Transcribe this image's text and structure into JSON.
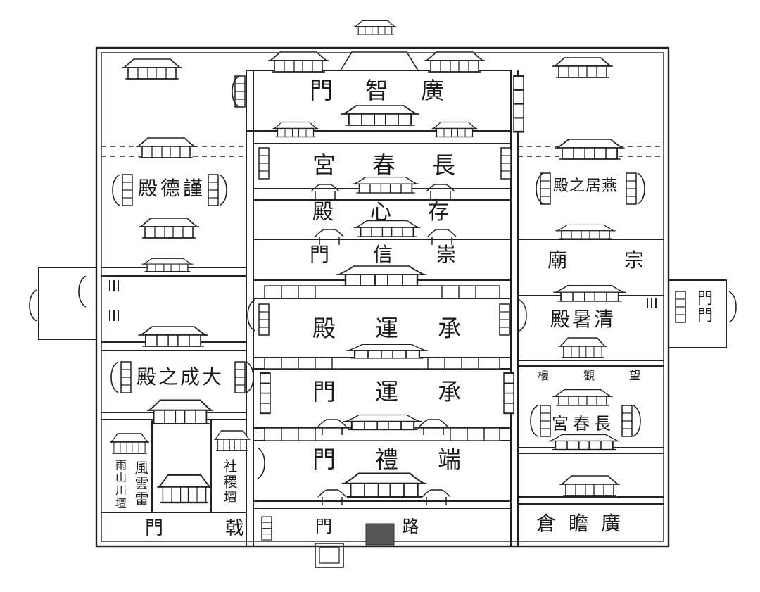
{
  "labels": {
    "guang_zhi_men": "門智廣",
    "chang_chun_gong_center": "宮春長",
    "cun_xin_dian": "殿心存",
    "chong_xin_men": "門信崇",
    "cheng_yun_dian": "殿運承",
    "cheng_yun_men": "門運承",
    "duan_li_men": "門禮端",
    "lu_men": "門 路",
    "ji_men": "門 戟",
    "jin_de_dian": "殿德謹",
    "yan_ju_zhi_dian": "殿之居燕",
    "zong_miao": "廟 宗",
    "qing_shu_dian": "殿暑清",
    "da_cheng_zhi_dian": "殿之成大",
    "wang_guan_lou": "樓 觀 望",
    "chang_chun_gong_east": "宮春長",
    "guang_zhan_cang": "倉瞻廣",
    "feng_yun_lei": "風雲雷",
    "yu_shan_chuan_tan": "雨山川壇",
    "she_ji_tan": "社稷壇",
    "east_gate_label": "門門"
  }
}
